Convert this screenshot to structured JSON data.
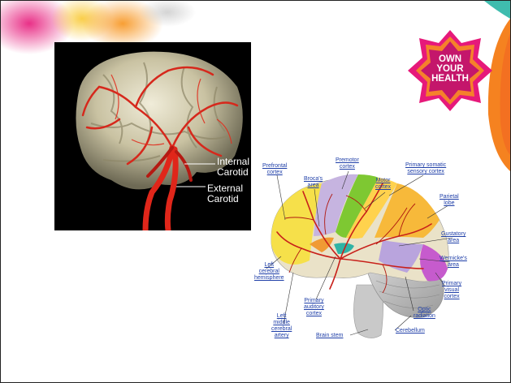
{
  "logo": {
    "line1": "OWN",
    "line2": "YOUR",
    "line3": "HEALTH"
  },
  "photo_labels": {
    "internal": "Internal\nCarotid",
    "external": "External\nCarotid"
  },
  "diagram_labels": {
    "prefrontal": "Prefrontal\ncortex",
    "premotor": "Premotor\ncortex",
    "brocas": "Broca's\narea",
    "motor": "Motor\ncortex",
    "somatic": "Primary somatic\nsensory cortex",
    "parietal": "Parietal\nlobe",
    "gustatory": "Gustatory\narea",
    "wernickes": "Wernicke's\narea",
    "visual": "Primary\nvisual\ncortex",
    "left_hemisphere": "Left\ncerebral\nhemisphere",
    "auditory": "Primary\nauditory\ncortex",
    "left_middle": "Left\nmiddle\ncerebral\nartery",
    "optic": "Optic\nradiation",
    "brain_stem": "Brain stem",
    "cerebellum": "Cerebellum"
  }
}
